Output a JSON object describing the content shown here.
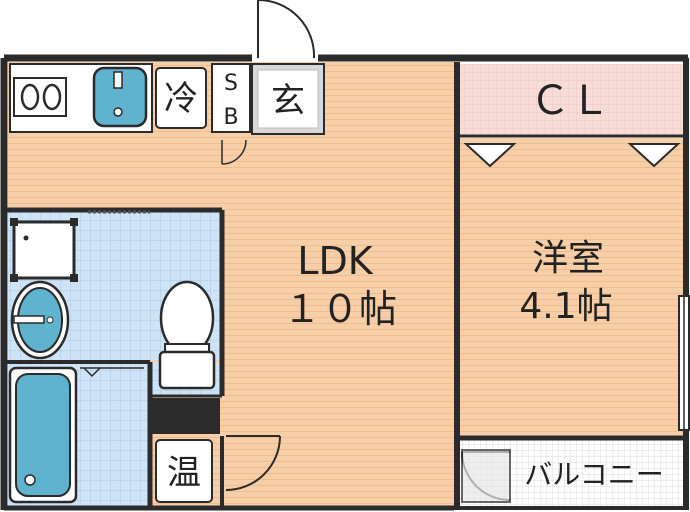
{
  "rooms": {
    "ldk": {
      "name": "LDK",
      "size": "１０帖"
    },
    "western": {
      "name": "洋室",
      "size": "4.1帖"
    },
    "closet": {
      "name": "ＣＬ"
    },
    "balcony": {
      "name": "バルコニー"
    }
  },
  "fixtures": {
    "fridge": "冷",
    "shoe_box_top": "S",
    "shoe_box_bottom": "B",
    "entrance": "玄",
    "water_heater": "温"
  },
  "colors": {
    "floor": "#f6cfa8",
    "floor_stripe": "#f2be8f",
    "wet_area": "#cfe3f7",
    "wet_grid": "#aac9ea",
    "closet": "#f7dcd8",
    "fixture_blue": "#5fb3cf",
    "wall": "#2b2b2b"
  }
}
